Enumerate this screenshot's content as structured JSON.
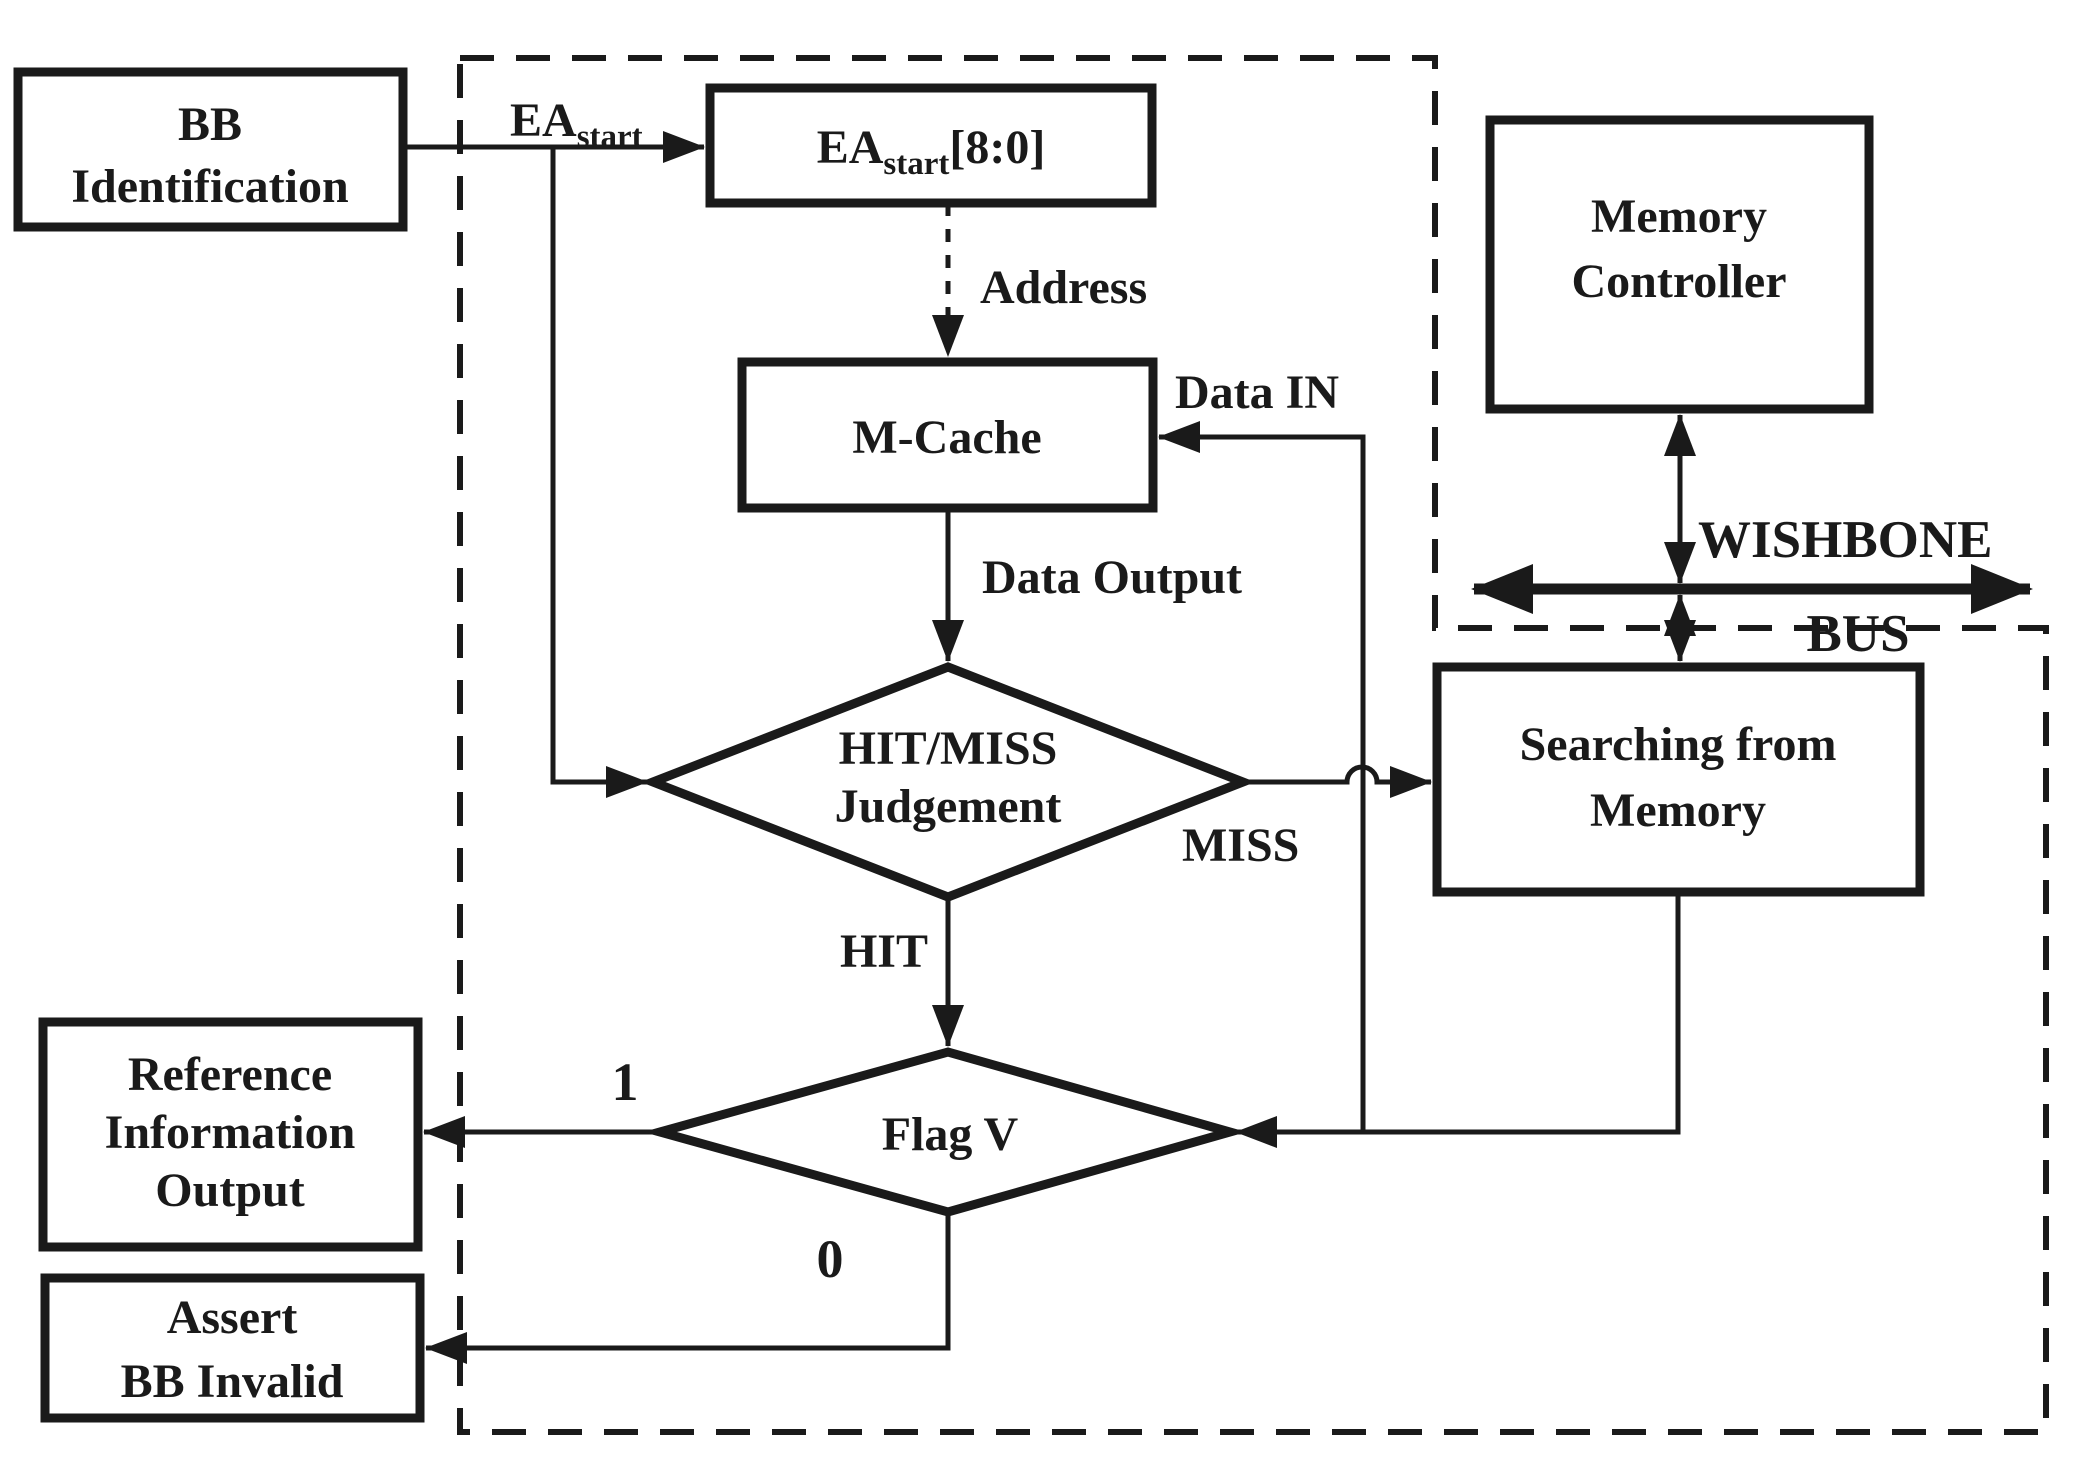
{
  "colors": {
    "ink": "#1a1a1a",
    "background": "#ffffff"
  },
  "nodes": {
    "bb_identification": {
      "lines": [
        "BB",
        "Identification"
      ]
    },
    "ea_register": {
      "main": "EA",
      "sub": "start",
      "suffix": "[8:0]"
    },
    "m_cache": {
      "label": "M-Cache"
    },
    "memory_controller": {
      "lines": [
        "Memory",
        "Controller"
      ]
    },
    "searching_from_memory": {
      "lines": [
        "Searching from",
        "Memory"
      ]
    },
    "hit_miss_judgement": {
      "lines": [
        "HIT/MISS",
        "Judgement"
      ]
    },
    "flag_v": {
      "label": "Flag V"
    },
    "reference_information_output": {
      "lines": [
        "Reference",
        "Information",
        "Output"
      ]
    },
    "assert_bb_invalid": {
      "lines": [
        "Assert",
        "BB Invalid"
      ]
    }
  },
  "edge_labels": {
    "ea_start": {
      "main": "EA",
      "sub": "start"
    },
    "address": "Address",
    "data_in": "Data IN",
    "data_output": "Data Output",
    "miss": "MISS",
    "hit": "HIT",
    "flag_one": "1",
    "flag_zero": "0",
    "wishbone": "WISHBONE",
    "bus": "BUS"
  }
}
